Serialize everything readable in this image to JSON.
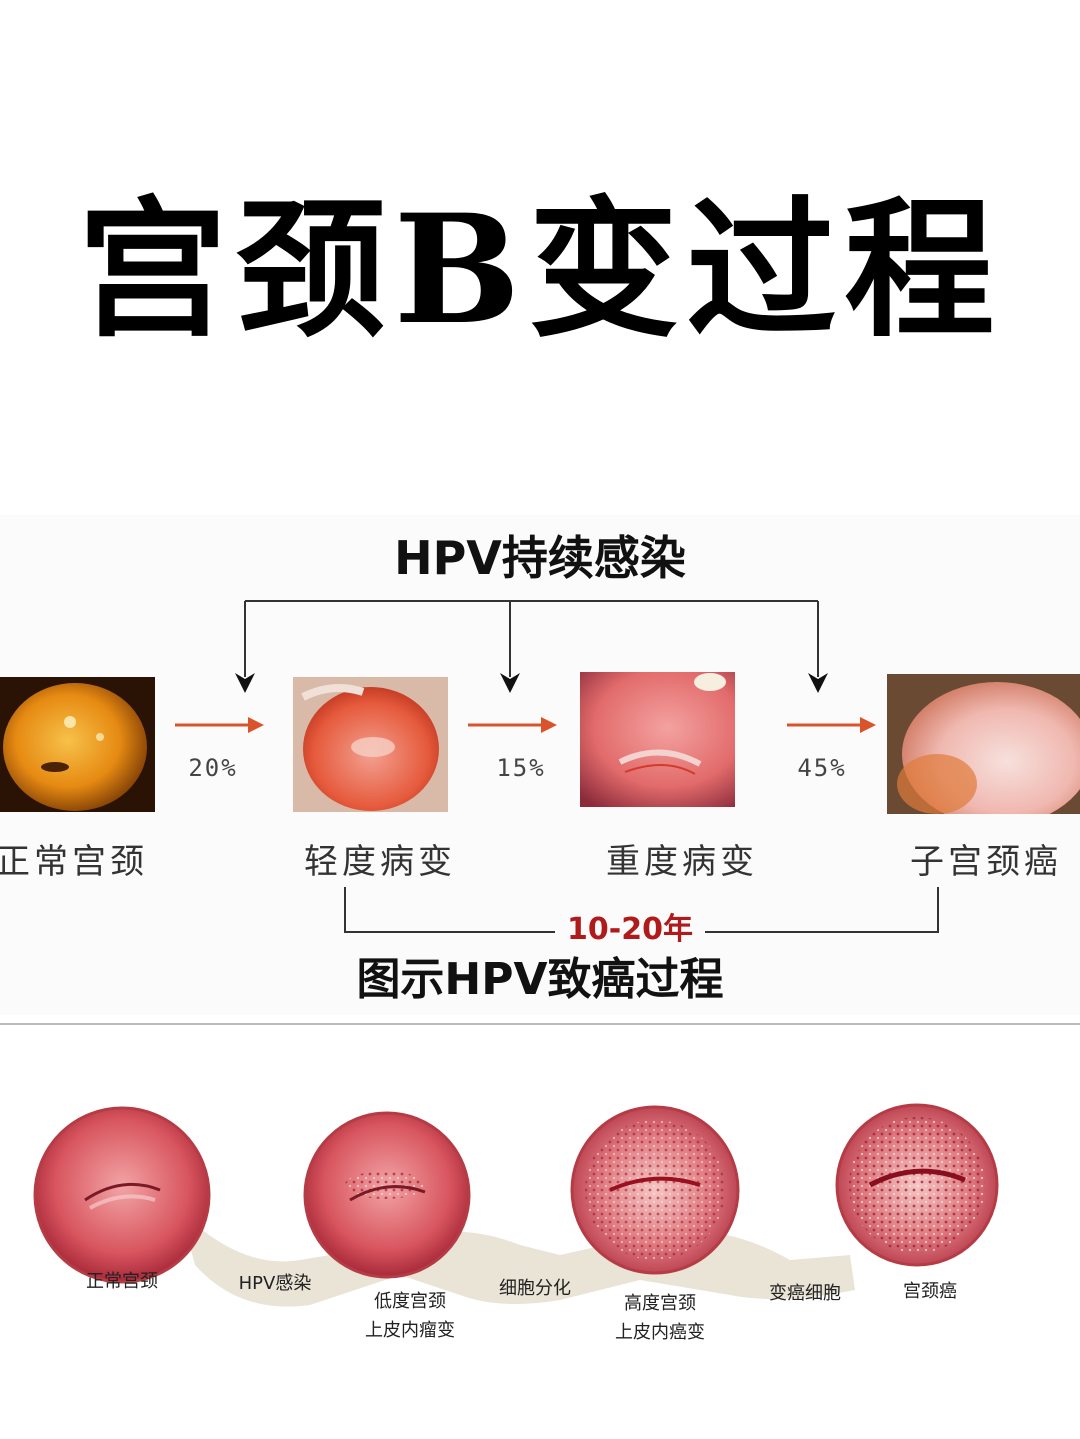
{
  "title": "宫颈B变过程",
  "top_diagram": {
    "heading": "HPV持续感染",
    "stages": [
      {
        "label": "正常宫颈",
        "image": "normal-cervix-photo"
      },
      {
        "label": "轻度病变",
        "image": "mild-lesion-photo"
      },
      {
        "label": "重度病变",
        "image": "severe-lesion-photo"
      },
      {
        "label": "子宫颈癌",
        "image": "cervical-cancer-photo"
      }
    ],
    "percentages": [
      "20%",
      "15%",
      "45%"
    ],
    "duration": "10-20年",
    "caption": "图示HPV致癌过程",
    "arrow_color": "#d9532b",
    "duration_color": "#b01a1a"
  },
  "bottom_illustration": {
    "stages": [
      {
        "label_line1": "正常宫颈",
        "label_line2": ""
      },
      {
        "label_line1": "低度宫颈",
        "label_line2": "上皮内瘤变"
      },
      {
        "label_line1": "高度宫颈",
        "label_line2": "上皮内癌变"
      },
      {
        "label_line1": "宫颈癌",
        "label_line2": ""
      }
    ],
    "transitions": [
      "HPV感染",
      "细胞分化",
      "变癌细胞"
    ],
    "band_color": "#e9e4d6"
  }
}
